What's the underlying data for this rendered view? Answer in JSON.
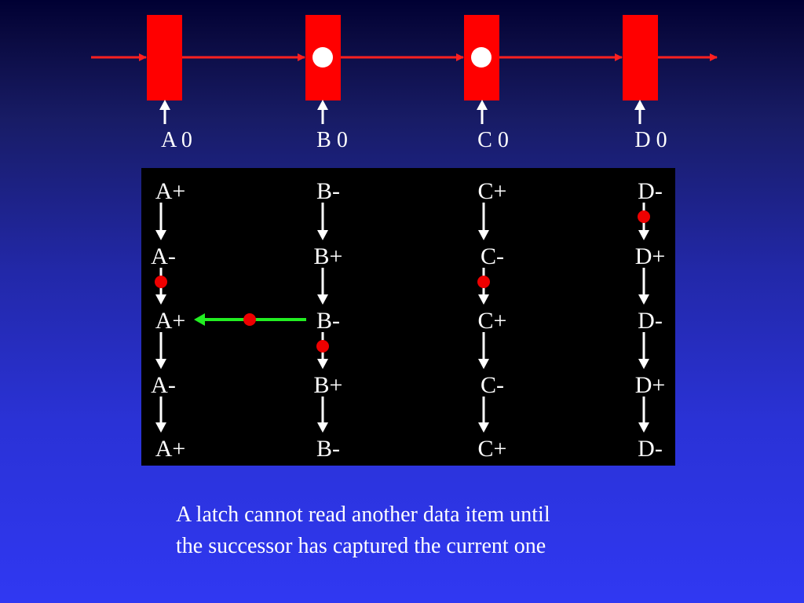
{
  "colors": {
    "latch": "#ff0000",
    "token": "#ffffff",
    "wire": "#ff2020",
    "stg_background": "#000000",
    "arrow": "#ffffff",
    "marking": "#ee0000",
    "dependency_arrow": "#22ee22"
  },
  "latches": [
    {
      "label": "A 0",
      "has_token": false
    },
    {
      "label": "B 0",
      "has_token": true
    },
    {
      "label": "C 0",
      "has_token": true
    },
    {
      "label": "D 0",
      "has_token": false
    }
  ],
  "stg": {
    "columns": [
      {
        "events": [
          "A+",
          "A-",
          "A+",
          "A-",
          "A+"
        ],
        "marked_arcs": [
          1
        ]
      },
      {
        "events": [
          "B-",
          "B+",
          "B-",
          "B+",
          "B-"
        ],
        "marked_arcs": [
          2
        ]
      },
      {
        "events": [
          "C+",
          "C-",
          "C+",
          "C-",
          "C+"
        ],
        "marked_arcs": [
          1
        ]
      },
      {
        "events": [
          "D-",
          "D+",
          "D-",
          "D+",
          "D-"
        ],
        "marked_arcs": [
          0
        ]
      }
    ],
    "dependency": {
      "from_column": 1,
      "to_column": 0,
      "row": 2,
      "marked": true
    }
  },
  "caption": {
    "line1": "A latch cannot read another data item until",
    "line2": "the successor has captured the current one"
  }
}
